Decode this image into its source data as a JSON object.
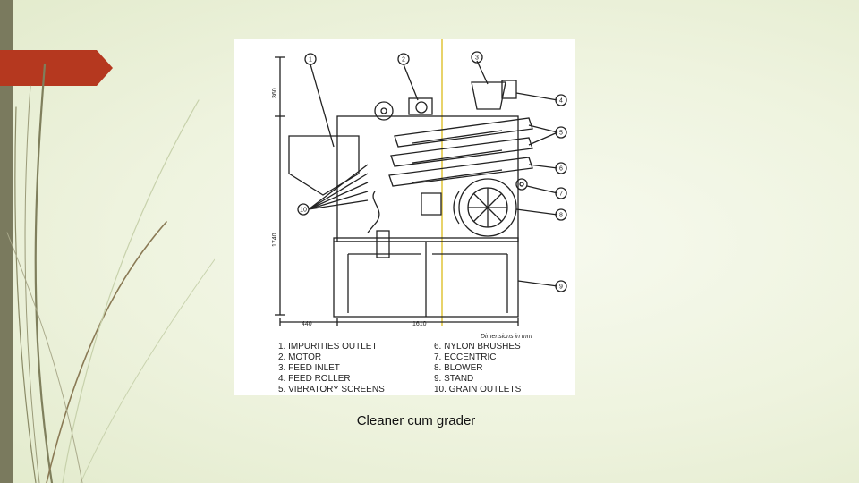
{
  "slide": {
    "caption": "Cleaner cum grader",
    "accent_color": "#b5381f",
    "sidebar_color": "#7a7a5e"
  },
  "diagram": {
    "callouts": [
      "1",
      "2",
      "3",
      "4",
      "5",
      "6",
      "7",
      "8",
      "9",
      "10"
    ],
    "dimensions": {
      "top_height": "360",
      "total_height": "1740",
      "left_width": "440",
      "main_width": "1610",
      "units_note": "Dimensions in mm"
    },
    "legend_left": [
      "1. IMPURITIES OUTLET",
      "2. MOTOR",
      "3. FEED  INLET",
      "4. FEED  ROLLER",
      "5. VIBRATORY  SCREENS"
    ],
    "legend_right": [
      "6. NYLON  BRUSHES",
      "7. ECCENTRIC",
      "8. BLOWER",
      "9. STAND",
      "10. GRAIN OUTLETS"
    ]
  }
}
